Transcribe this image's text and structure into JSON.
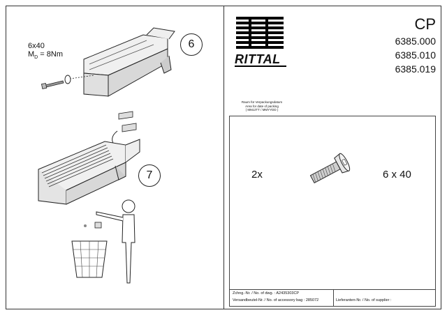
{
  "step6": {
    "number": "6",
    "screw_size": "6x40",
    "torque_symbol": "M",
    "torque_sub": "D",
    "torque_value": "= 8Nm"
  },
  "step7": {
    "number": "7"
  },
  "brand": {
    "name": "RITTAL",
    "code": "CP",
    "part_numbers": [
      "6385.000",
      "6385.010",
      "6385.019"
    ]
  },
  "packing_date": {
    "line1": "Raum für Verpackungsdatum",
    "line2": "Area for date of packing",
    "line3": "( MMJJTT / MMYYDD )"
  },
  "part": {
    "quantity": "2x",
    "dimension": "6 x 40"
  },
  "footer": {
    "drawing_no": "Zchng.-Nr. / No. of dwg. : A2435303CP",
    "bag_no": "Versandbeutel-Nr. / No. of accessory bag : 285072",
    "supplier_no": "Lieferanten-Nr. / No. of supplier :"
  }
}
